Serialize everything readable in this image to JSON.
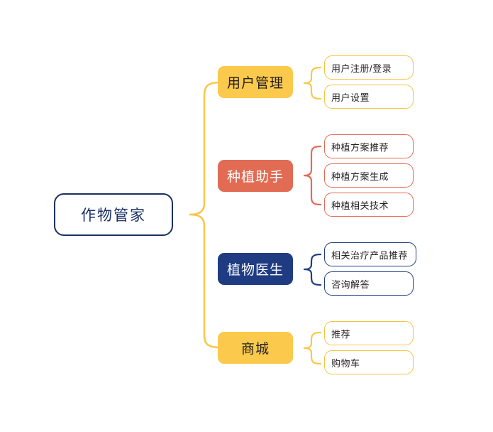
{
  "diagram": {
    "title": "作物管家",
    "type": "mindmap",
    "colors": {
      "yellow": "#fbc94b",
      "yellow_border": "#f5c344",
      "salmon": "#e26b54",
      "navy": "#1f3c83",
      "root_border": "#1b2f63",
      "background": "#ffffff",
      "dark_text": "#231f20",
      "light_text": "#ffffff"
    },
    "root": {
      "label": "作物管家"
    },
    "branches": [
      {
        "label": "用户管理",
        "color": "yellow",
        "leaves": [
          {
            "label": "用户注册/登录"
          },
          {
            "label": "用户设置"
          }
        ]
      },
      {
        "label": "种植助手",
        "color": "salmon",
        "leaves": [
          {
            "label": "种植方案推荐"
          },
          {
            "label": "种植方案生成"
          },
          {
            "label": "种植相关技术"
          }
        ]
      },
      {
        "label": "植物医生",
        "color": "navy",
        "leaves": [
          {
            "label": "相关治疗产品推荐"
          },
          {
            "label": "咨询解答"
          }
        ]
      },
      {
        "label": "商城",
        "color": "yellow",
        "leaves": [
          {
            "label": "推荐"
          },
          {
            "label": "购物车"
          }
        ]
      }
    ]
  }
}
